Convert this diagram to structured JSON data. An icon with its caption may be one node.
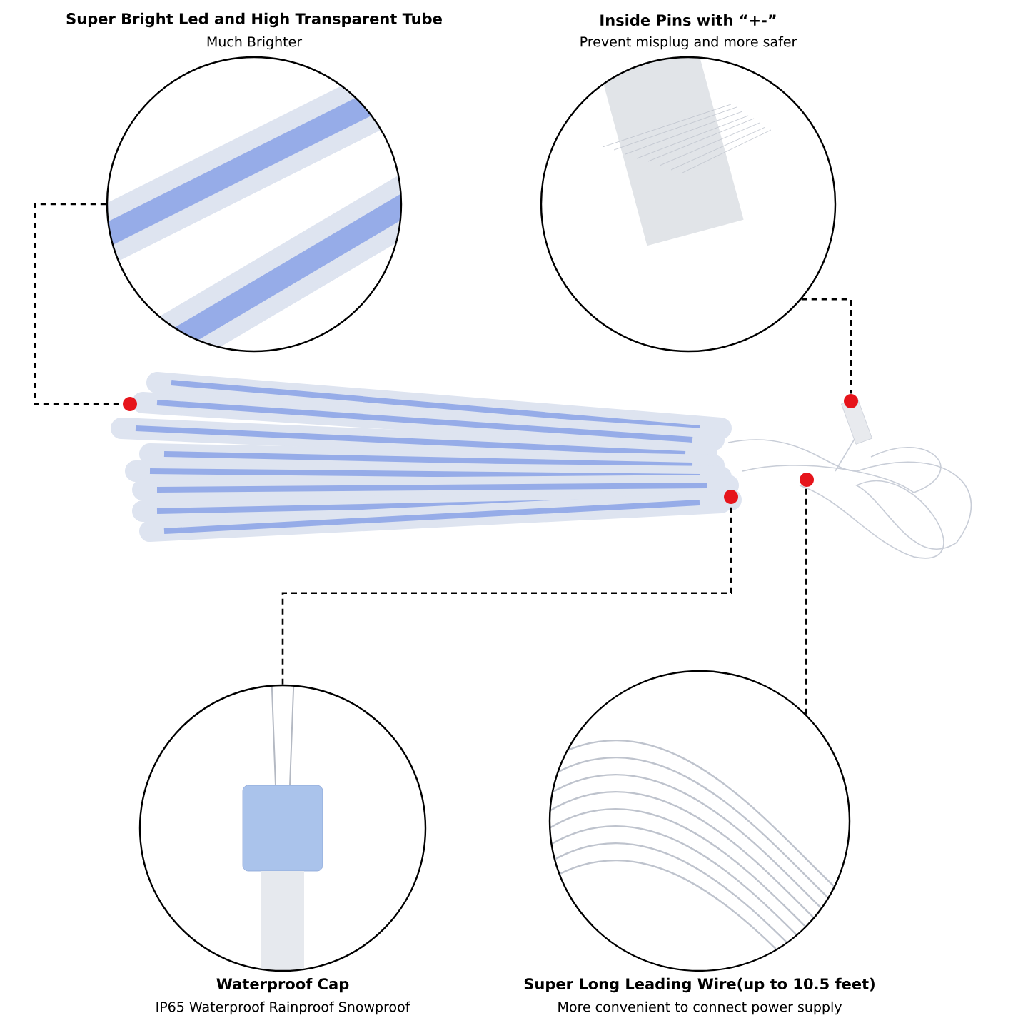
{
  "diagram": {
    "nodes": [
      {
        "text": [
          "Super Bright Led and High Transparent Tube",
          "Much Brighter"
        ]
      },
      {
        "text": [
          "Inside Pins with “+-”",
          "Prevent misplug and more safer"
        ]
      },
      {
        "text": [
          "Waterproof Cap",
          "IP65 Waterproof Rainproof Snowproof"
        ]
      },
      {
        "text": [
          "Super Long Leading Wire(up to 10.5 feet)",
          "More convenient to connect power supply"
        ]
      },
      {
        "text": [],
        "shape": "circle"
      },
      {
        "text": [],
        "shape": "circle"
      },
      {
        "text": [],
        "shape": "circle"
      },
      {
        "text": [],
        "shape": "circle"
      }
    ],
    "edges": [
      {
        "from": 0,
        "to": 4,
        "arrow": "none"
      },
      {
        "from": 1,
        "to": 5,
        "arrow": "none"
      },
      {
        "from": 2,
        "to": 6,
        "arrow": "none"
      },
      {
        "from": 3,
        "to": 7,
        "arrow": "none"
      }
    ]
  }
}
